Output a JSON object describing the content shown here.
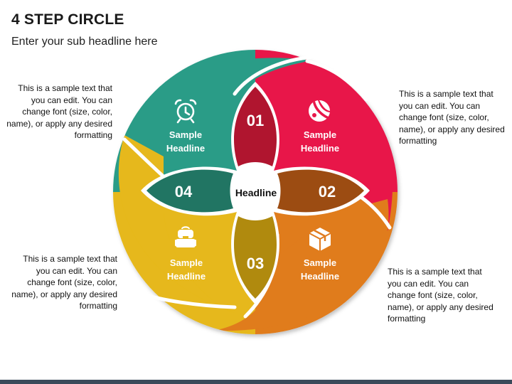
{
  "header": {
    "title": "4 STEP CIRCLE",
    "subtitle": "Enter your sub headline here"
  },
  "center": {
    "label": "Headline"
  },
  "colors": {
    "teal": "#2c9c87",
    "red": "#e8174a",
    "orange": "#e07b1f",
    "yellow": "#e6b81a",
    "petal_01": "#b0152f",
    "petal_02": "#9c4c12",
    "petal_03": "#b08a0e",
    "petal_04": "#217563"
  },
  "steps": [
    {
      "number": "01",
      "headline_line1": "Sample",
      "headline_line2": "Headline",
      "icon": "alarm-clock-icon",
      "note": "This is a sample text that you can edit. You can change font (size, color, name), or apply any desired formatting"
    },
    {
      "number": "02",
      "headline_line1": "Sample",
      "headline_line2": "Headline",
      "icon": "beach-ball-icon",
      "note": "This is a sample text that you can edit. You can change font (size, color, name), or apply any desired formatting"
    },
    {
      "number": "03",
      "headline_line1": "Sample",
      "headline_line2": "Headline",
      "icon": "box-icon",
      "note": "This is a sample text that you can edit. You can change font (size, color, name), or apply any desired formatting"
    },
    {
      "number": "04",
      "headline_line1": "Sample",
      "headline_line2": "Headline",
      "icon": "backpack-icon",
      "note": "This is a sample text that you can edit. You can change font (size, color, name), or apply any desired formatting"
    }
  ]
}
